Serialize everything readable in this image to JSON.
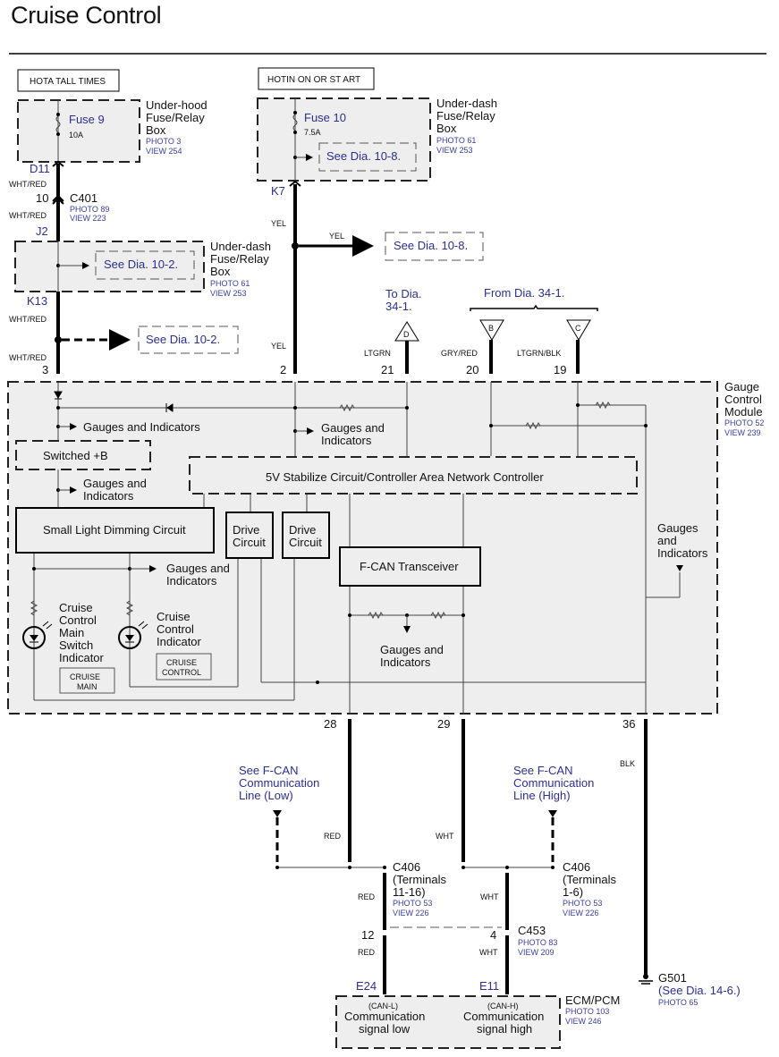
{
  "title": "Cruise Control",
  "power_sources": {
    "left": "HOTA TALL TIMES",
    "right": "HOTIN ON OR ST ART"
  },
  "underhood_box": {
    "fuse": "Fuse 9",
    "rating": "10A",
    "name_lines": [
      "Under-hood",
      "Fuse/Relay",
      "Box"
    ],
    "photo": "PHOTO 3",
    "view": "VIEW 254",
    "terminal": "D11"
  },
  "underdash_box_top": {
    "fuse": "Fuse 10",
    "rating": "7.5A",
    "see": "See Dia. 10-8.",
    "name_lines": [
      "Under-dash",
      "Fuse/Relay",
      "Box"
    ],
    "photo": "PHOTO 61",
    "view": "VIEW 253",
    "terminal": "K7"
  },
  "underdash_box_left": {
    "see": "See Dia. 10-2.",
    "name_lines": [
      "Under-dash",
      "Fuse/Relay",
      "Box"
    ],
    "photo": "PHOTO 61",
    "view": "VIEW 253",
    "terminal_in": "J2",
    "terminal_out": "K13"
  },
  "c401": {
    "name": "C401",
    "pin": "10",
    "photo": "PHOTO 89",
    "view": "VIEW 223"
  },
  "wires": {
    "wht_red": "WHT/RED",
    "yel": "YEL",
    "ltgrn": "LTGRN",
    "gry_red": "GRY/RED",
    "ltgrn_blk": "LTGRN/BLK",
    "red": "RED",
    "wht": "WHT",
    "blk": "BLK"
  },
  "see_refs": {
    "yel_branch": "See Dia. 10-8.",
    "wht_red_branch": "See Dia. 10-2.",
    "to_dia": [
      "To Dia.",
      "34-1."
    ],
    "from_dia": "From Dia. 34-1."
  },
  "connectors": {
    "d": "D",
    "b": "B",
    "c": "C"
  },
  "gcm_pins": {
    "p3": "3",
    "p2": "2",
    "p21": "21",
    "p20": "20",
    "p19": "19",
    "p28": "28",
    "p29": "29",
    "p36": "36"
  },
  "gcm": {
    "name_lines": [
      "Gauge",
      "Control",
      "Module"
    ],
    "photo": "PHOTO 52",
    "view": "VIEW 239",
    "gauges_inline": "Gauges and Indicators",
    "gauges_2line": [
      "Gauges and",
      "Indicators"
    ],
    "gauges_3line": [
      "Gauges",
      "and",
      "Indicators"
    ],
    "switched_b": "Switched +B",
    "controller": "5V Stabilize Circuit/Controller Area Network Controller",
    "dimming": "Small Light Dimming Circuit",
    "drive": [
      "Drive",
      "Circuit"
    ],
    "fcan": "F-CAN Transceiver",
    "main_indicator": [
      "Cruise",
      "Control",
      "Main",
      "Switch",
      "Indicator"
    ],
    "cc_indicator": [
      "Cruise",
      "Control",
      "Indicator"
    ],
    "main_badge": [
      "CRUISE",
      "MAIN"
    ],
    "cc_badge": [
      "CRUISE",
      "CONTROL"
    ]
  },
  "fcan_low": {
    "lines": [
      "See F-CAN",
      "Communication",
      "Line (Low)"
    ]
  },
  "fcan_high": {
    "lines": [
      "See F-CAN",
      "Communication",
      "Line (High)"
    ]
  },
  "c406_low": {
    "lines": [
      "C406",
      "(Terminals",
      "11-16)"
    ],
    "photo": "PHOTO 53",
    "view": "VIEW 226"
  },
  "c406_high": {
    "lines": [
      "C406",
      "(Terminals",
      "1-6)"
    ],
    "photo": "PHOTO 53",
    "view": "VIEW 226"
  },
  "c453": {
    "name": "C453",
    "pin_low": "12",
    "pin_high": "4",
    "photo": "PHOTO 83",
    "view": "VIEW 209"
  },
  "ecm": {
    "name": "ECM/PCM",
    "photo": "PHOTO 103",
    "view": "VIEW 246",
    "term_low": "E24",
    "term_high": "E11",
    "can_l": "(CAN-L)",
    "can_h": "(CAN-H)",
    "low_lines": [
      "Communication",
      "signal low"
    ],
    "high_lines": [
      "Communication",
      "signal high"
    ]
  },
  "ground": {
    "name": "G501",
    "see": "(See Dia. 14-6.)",
    "photo": "PHOTO 65"
  }
}
